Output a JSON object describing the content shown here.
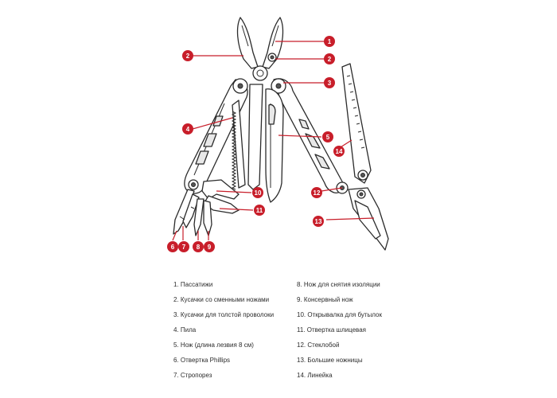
{
  "colors": {
    "accent": "#c81e2a",
    "outline": "#2b2b2b",
    "background": "#ffffff"
  },
  "callouts": [
    "1",
    "2",
    "2",
    "3",
    "4",
    "5",
    "14",
    "10",
    "11",
    "12",
    "13",
    "6",
    "7",
    "8",
    "9"
  ],
  "legend": {
    "left": [
      "1. Пассатижи",
      "2. Кусачки со сменными ножами",
      "3. Кусачки для толстой проволоки",
      "4. Пила",
      "5. Нож (длина лезвия 8 см)",
      "6. Отвертка Phillips",
      "7. Стропорез"
    ],
    "right": [
      "8. Нож для снятия изоляции",
      "9. Консервный нож",
      "10. Открывалка для бутылок",
      "11. Отвертка шлицевая",
      "12. Стеклобой",
      "13. Большие ножницы",
      "14. Линейка"
    ]
  }
}
